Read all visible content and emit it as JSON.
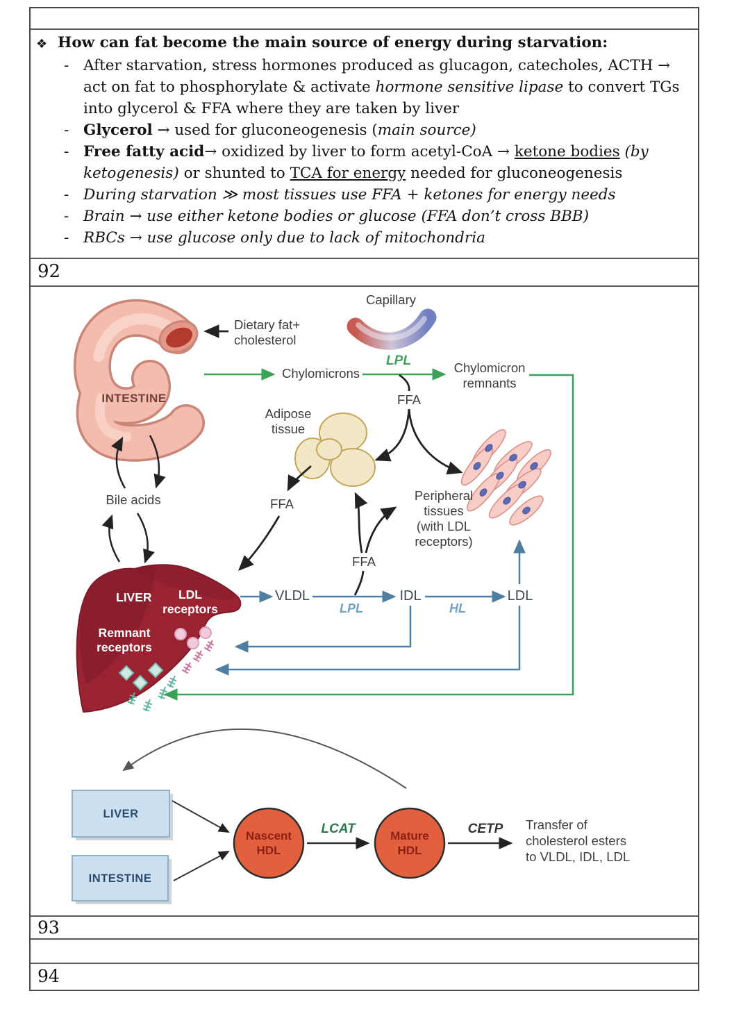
{
  "notes": {
    "bullet": "❖",
    "dash": "-",
    "title": "How can fat become the main source of energy during starvation:",
    "items": [
      {
        "segments": [
          {
            "t": "After starvation, stress hormones produced as glucagon, catecholes, ACTH → act on fat to phosphorylate & activate "
          },
          {
            "t": "hormone sensitive lipase"
          },
          {
            "t": " to convert TGs into glycerol & FFA where they are taken by liver"
          }
        ]
      },
      {
        "segments": [
          {
            "t": "Glycerol"
          },
          {
            "t": " → used for gluconeogenesis ("
          },
          {
            "t": "main source)"
          }
        ]
      },
      {
        "segments": [
          {
            "t": "Free fatty acid"
          },
          {
            "t": "→ oxidized by liver to form acetyl-CoA → "
          },
          {
            "t": "ketone bodies"
          },
          {
            "t": " "
          },
          {
            "t": "(by ketogenesis)"
          },
          {
            "t": " or shunted to "
          },
          {
            "t": "TCA for energy"
          },
          {
            "t": " needed for gluconeogenesis"
          }
        ]
      },
      {
        "segments": [
          {
            "t": "During starvation ≫ most tissues use FFA + ketones for energy needs"
          }
        ]
      },
      {
        "segments": [
          {
            "t": "Brain → use either ketone bodies or glucose (FFA don’t cross BBB)"
          }
        ]
      },
      {
        "segments": [
          {
            "t": "RBCs → use glucose only due to lack of mitochondria"
          }
        ]
      }
    ]
  },
  "slide_numbers": {
    "s92": "92",
    "s93": "93",
    "s94": "94"
  },
  "diagram": {
    "capillary": "Capillary",
    "dietary": [
      "Dietary fat+",
      "cholesterol"
    ],
    "chylomicrons": "Chylomicrons",
    "lpl_top": "LPL",
    "remnants": [
      "Chylomicron",
      "remnants"
    ],
    "ffa_top": "FFA",
    "adipose": [
      "Adipose",
      "tissue"
    ],
    "intestine": "INTESTINE",
    "bile_acids": "Bile acids",
    "ffa_left": "FFA",
    "ffa_mid": "FFA",
    "peripheral": [
      "Peripheral",
      "tissues",
      "(with LDL",
      "receptors)"
    ],
    "liver": "LIVER",
    "ldl_receptors": [
      "LDL",
      "receptors"
    ],
    "remnant_receptors": [
      "Remnant",
      "receptors"
    ],
    "vldl": "VLDL",
    "lpl_mid": "LPL",
    "idl": "IDL",
    "hl": "HL",
    "ldl": "LDL"
  },
  "hdl": {
    "liver_box": "LIVER",
    "intestine_box": "INTESTINE",
    "nascent": [
      "Nascent",
      "HDL"
    ],
    "lcat": "LCAT",
    "mature": [
      "Mature",
      "HDL"
    ],
    "cetp": "CETP",
    "transfer": [
      "Transfer of",
      "cholesterol esters",
      "to VLDL, IDL, LDL"
    ]
  },
  "colors": {
    "arrow_green": "#3aa257",
    "arrow_blue": "#4f7ea3",
    "enzyme_blue": "#71a1c4",
    "enzyme_green": "#3fa05a",
    "liver_red": "#9a2331",
    "hdl_orange": "#e2603d",
    "box_blue": "#cbe1f2",
    "lcat_green": "#2c7a4c"
  }
}
